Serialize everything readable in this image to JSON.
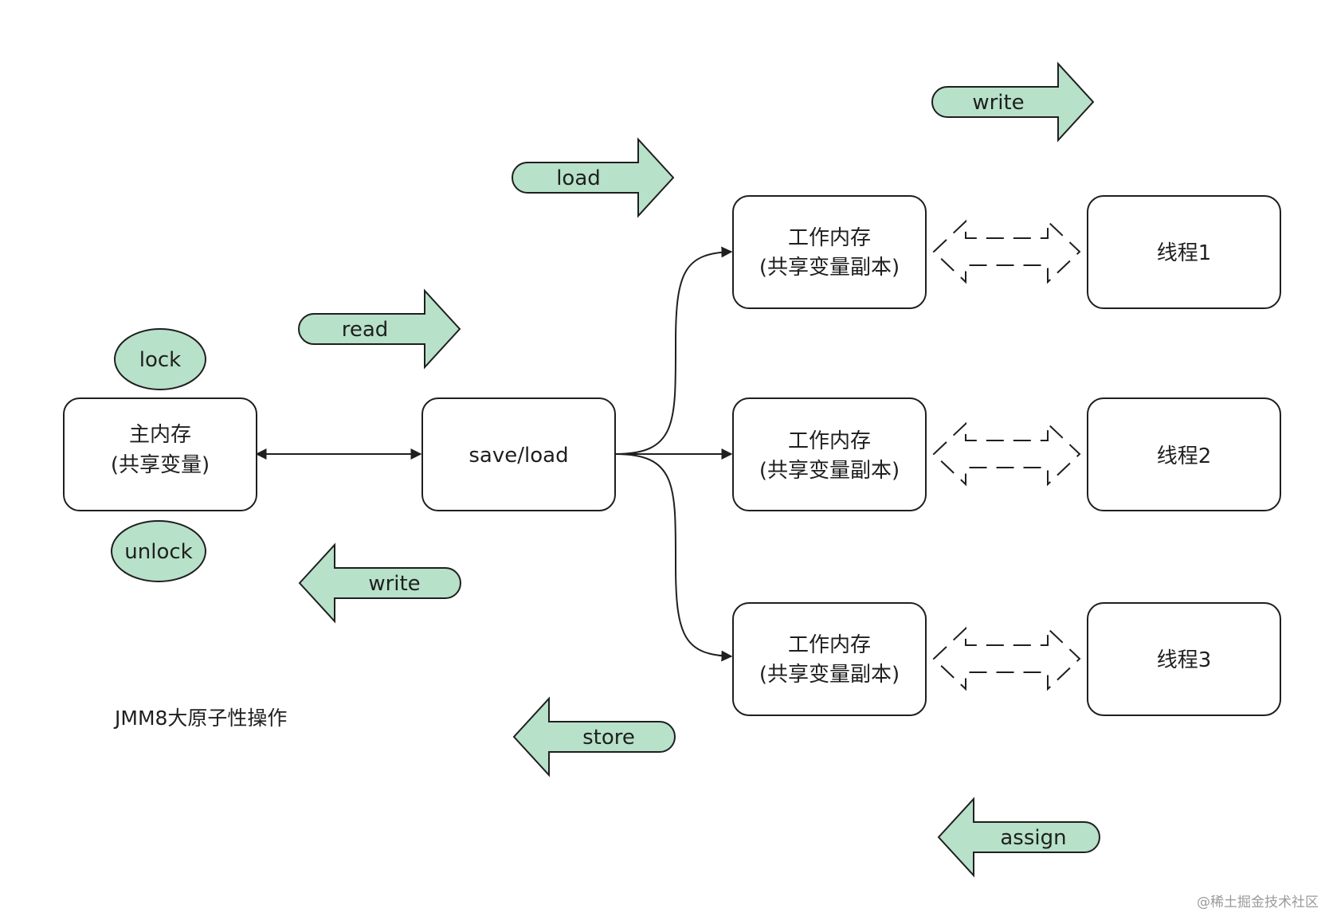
{
  "colors": {
    "arrow_fill": "#b7e1c9",
    "stroke": "#1f1f1f",
    "background": "#ffffff"
  },
  "main_memory": {
    "line1": "主内存",
    "line2": "(共享变量)"
  },
  "lock_label": "lock",
  "unlock_label": "unlock",
  "save_load_label": "save/load",
  "working_memory": [
    {
      "line1": "工作内存",
      "line2": "(共享变量副本)"
    },
    {
      "line1": "工作内存",
      "line2": "(共享变量副本)"
    },
    {
      "line1": "工作内存",
      "line2": "(共享变量副本)"
    }
  ],
  "threads": [
    {
      "label": "线程1"
    },
    {
      "label": "线程2"
    },
    {
      "label": "线程3"
    }
  ],
  "operations": {
    "read": "read",
    "load": "load",
    "write_top": "write",
    "write_bottom": "write",
    "store": "store",
    "assign": "assign"
  },
  "caption": "JMM8大原子性操作",
  "watermark": "@稀土掘金技术社区"
}
